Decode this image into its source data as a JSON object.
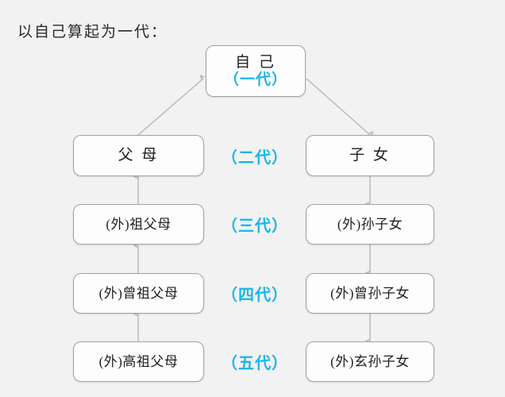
{
  "page": {
    "title": "以自己算起为一代：",
    "background_color": "#f2f2f2",
    "accent_color": "#18b7e8",
    "box_border_color": "#9aa3aa",
    "box_fill_color": "#fdfdfd",
    "connector_color": "#b6bcc4",
    "text_color": "#1f1f1f"
  },
  "self_node": {
    "name": "自 己",
    "generation": "（一代）"
  },
  "rows": [
    {
      "generation": "（二代）",
      "ancestor": "父 母",
      "descendant": "子 女"
    },
    {
      "generation": "（三代）",
      "ancestor": "(外)祖父母",
      "descendant": "(外)孙子女"
    },
    {
      "generation": "（四代）",
      "ancestor": "(外)曾祖父母",
      "descendant": "(外)曾孙子女"
    },
    {
      "generation": "（五代）",
      "ancestor": "(外)高祖父母",
      "descendant": "(外)玄孙子女"
    }
  ]
}
